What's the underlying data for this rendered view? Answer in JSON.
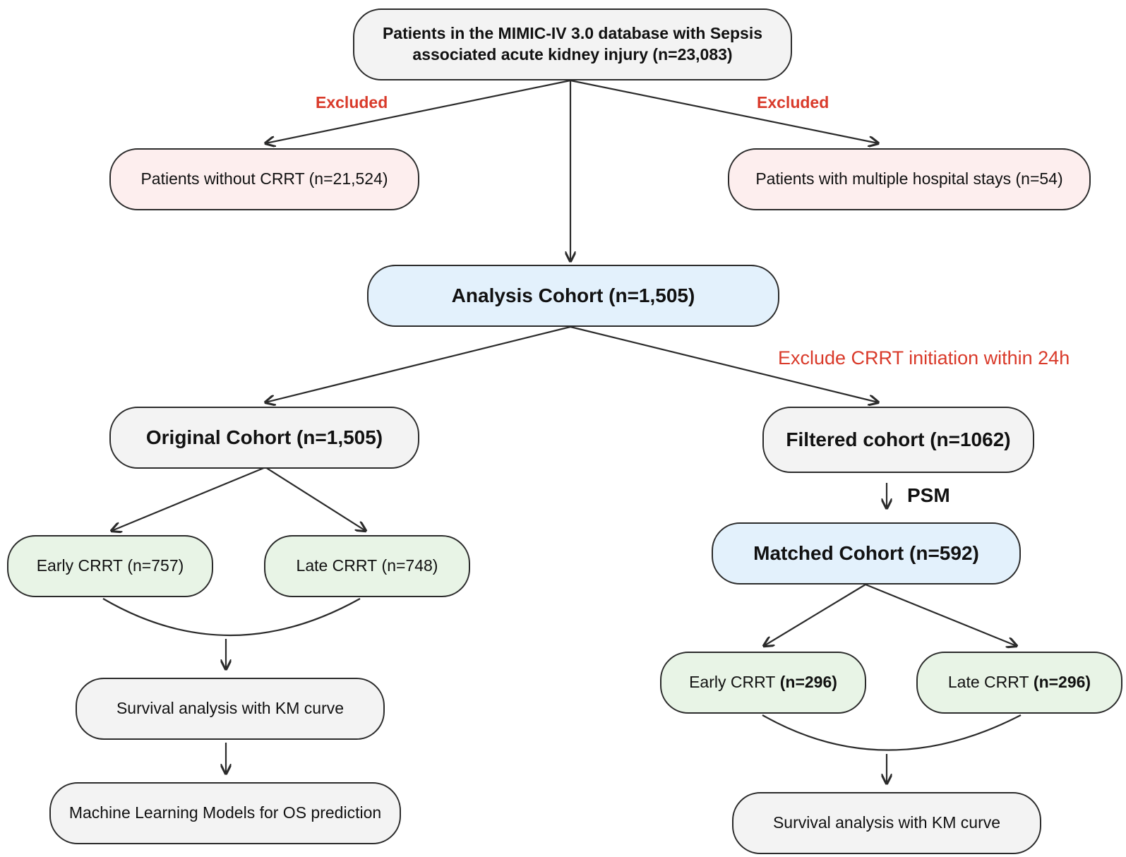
{
  "colors": {
    "stroke": "#2b2b2b",
    "excluded": "#d93a2a",
    "grey_box": "#f3f3f3",
    "pink_box": "#fdeeee",
    "blue_box": "#e3f1fc",
    "green_box": "#e8f4e6"
  },
  "top": {
    "line1": "Patients in the MIMIC-IV 3.0 database with Sepsis",
    "line2": "associated acute kidney injury (n=23,083)"
  },
  "excluded_left": "Excluded",
  "excluded_right": "Excluded",
  "without_crrt": "Patients without CRRT (n=21,524)",
  "multiple_stays": "Patients with multiple hospital stays (n=54)",
  "analysis_cohort": "Analysis Cohort (n=1,505)",
  "exclude_24h": "Exclude CRRT initiation within 24h",
  "original_cohort": "Original Cohort (n=1,505)",
  "filtered_cohort": "Filtered cohort (n=1062)",
  "psm": "PSM",
  "matched_cohort": {
    "label": "Matched Cohort",
    "count": "(n=592)"
  },
  "left_early": {
    "label": "Early CRRT",
    "count": "(n=757)"
  },
  "left_late": {
    "label": "Late CRRT",
    "count": "(n=748)"
  },
  "right_early": {
    "label": "Early CRRT",
    "count": "(n=296)"
  },
  "right_late": {
    "label": "Late CRRT",
    "count": "(n=296)"
  },
  "survival_left": "Survival analysis with KM curve",
  "ml_models": "Machine Learning Models for OS prediction",
  "survival_right": "Survival analysis with KM curve"
}
